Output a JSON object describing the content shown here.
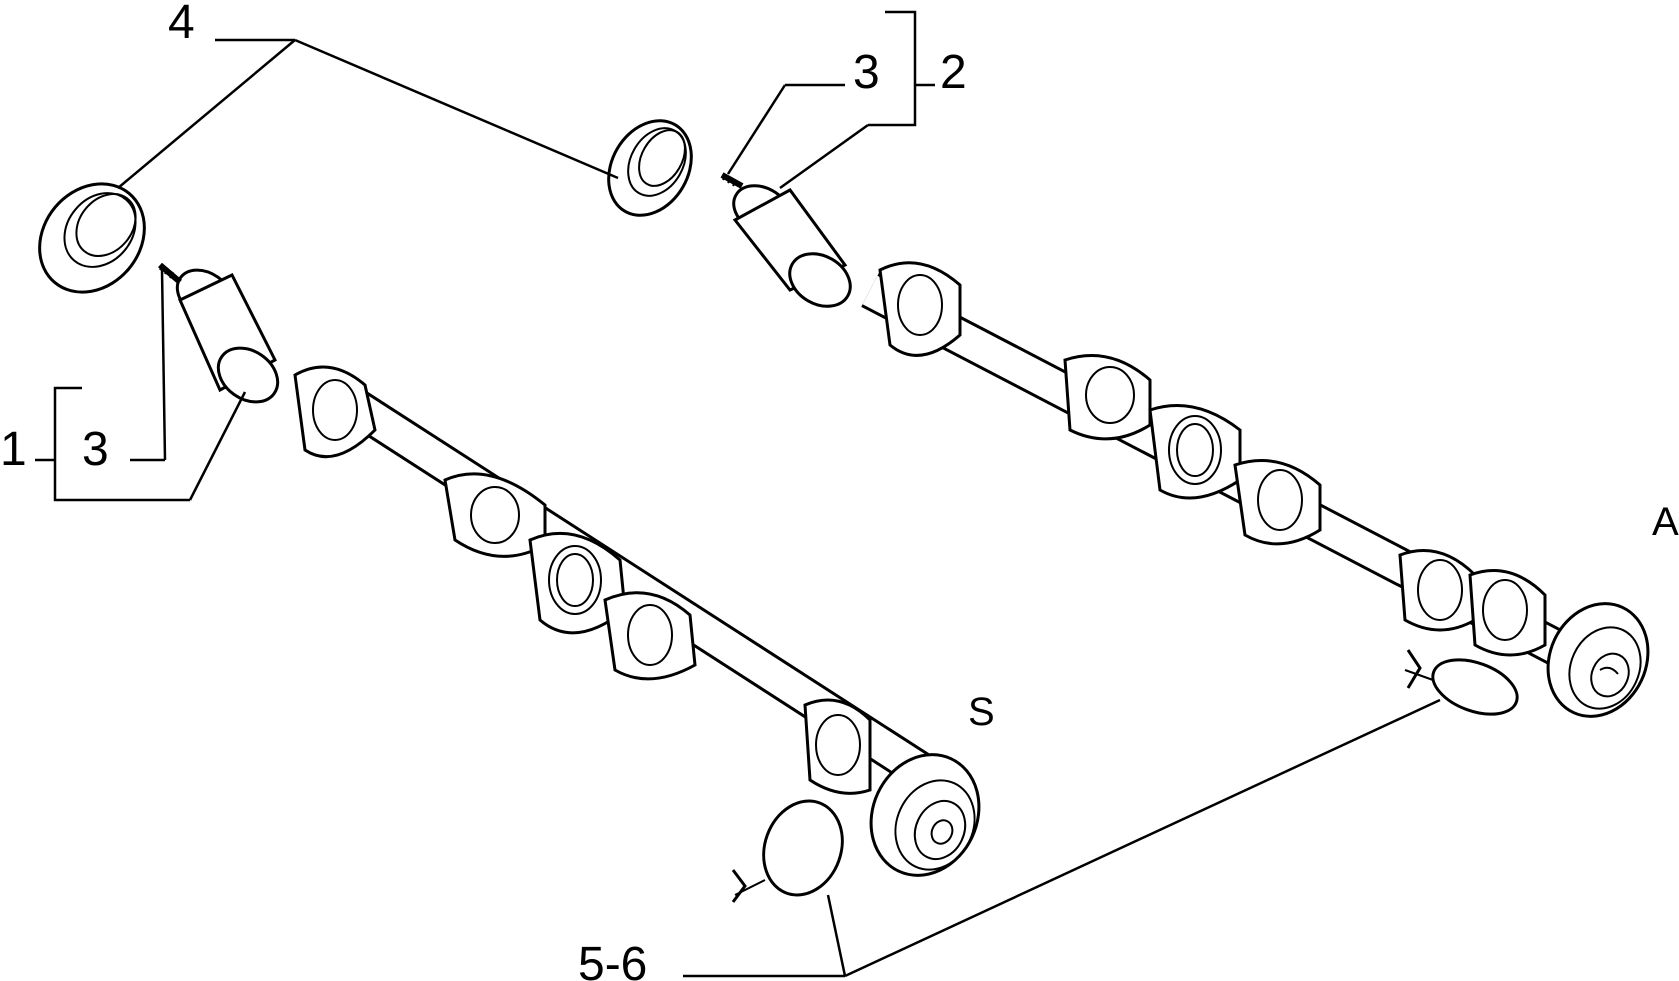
{
  "labels": {
    "camshaft_exhaust": "1",
    "camshaft_intake": "2",
    "screw_left": "3",
    "screw_right": "3",
    "seal_rings": "4",
    "plugs": "5-6",
    "side_exhaust": "S",
    "side_intake": "A"
  }
}
